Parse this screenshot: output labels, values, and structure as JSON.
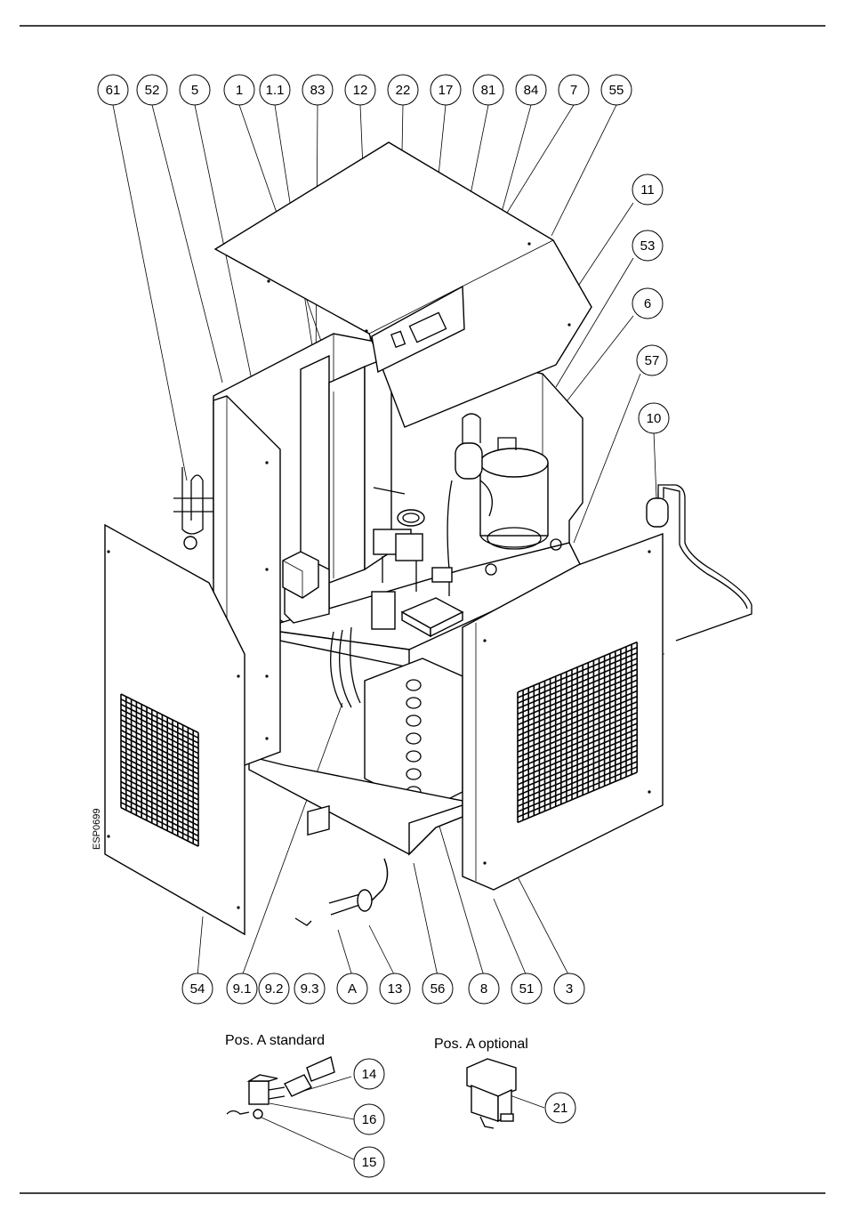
{
  "callouts_top": [
    "61",
    "52",
    "5",
    "1",
    "1.1",
    "83",
    "12",
    "22",
    "17",
    "81",
    "84",
    "7",
    "55"
  ],
  "callouts_right": [
    "11",
    "53",
    "6",
    "57",
    "10"
  ],
  "callouts_bottom": [
    "54",
    "9.1",
    "9.2",
    "9.3",
    "A",
    "13",
    "56",
    "8",
    "51",
    "3"
  ],
  "detail_standard": {
    "title": "Pos. A standard",
    "callouts": [
      "14",
      "16",
      "15"
    ]
  },
  "detail_optional": {
    "title": "Pos. A optional",
    "callouts": [
      "21"
    ]
  },
  "drawing_code": "ESP0699"
}
